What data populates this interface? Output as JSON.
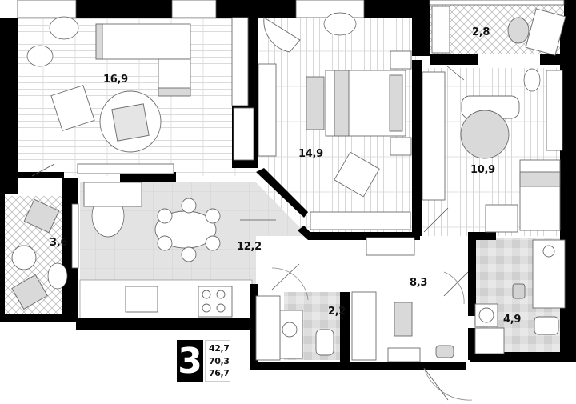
{
  "plan": {
    "type": "apartment-floor-plan",
    "rooms_count": "3",
    "areas": {
      "living": "42,7",
      "total": "70,3",
      "total_with_balconies": "76,7"
    },
    "rooms": [
      {
        "id": "living-room",
        "area": "16,9"
      },
      {
        "id": "bedroom-master",
        "area": "14,9"
      },
      {
        "id": "balcony-top",
        "area": "2,8"
      },
      {
        "id": "bedroom-small",
        "area": "10,9"
      },
      {
        "id": "balcony-left",
        "area": "3,6"
      },
      {
        "id": "kitchen-dining",
        "area": "12,2"
      },
      {
        "id": "hallway",
        "area": "8,3"
      },
      {
        "id": "toilet",
        "area": "2,2"
      },
      {
        "id": "bathroom",
        "area": "4,9"
      }
    ],
    "colors": {
      "wall": "#000000",
      "floor_wood": "#ffffff",
      "wood_lines": "#c8c8c8",
      "tile_light": "#e4e4e4",
      "tile_dark": "#d2d2d2",
      "furniture_fill": "#d9d9d9",
      "furniture_stroke": "#6a6a6a"
    }
  }
}
